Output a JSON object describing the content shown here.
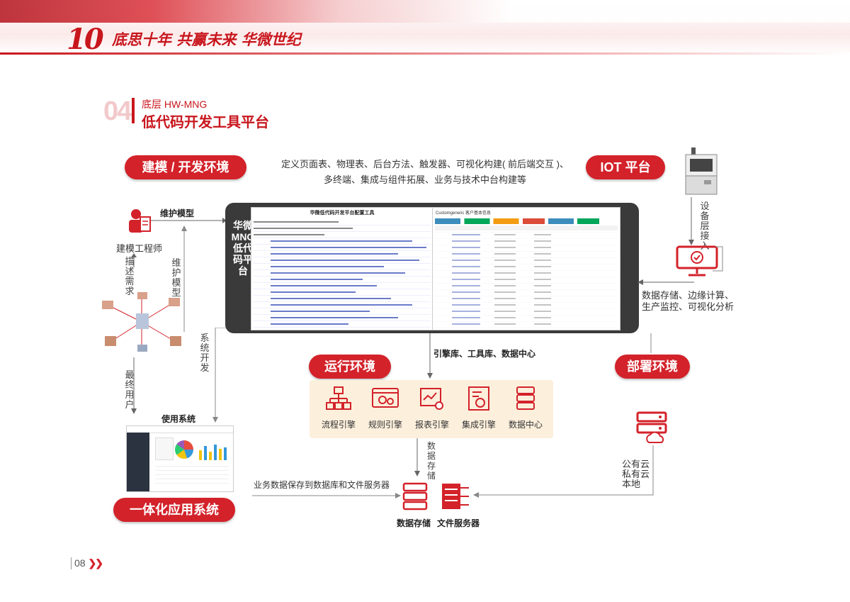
{
  "header": {
    "logo_number": "10",
    "slogan": "底思十年 共赢未来 华微世纪"
  },
  "section": {
    "number": "04",
    "subtitle": "底层 HW-MNG",
    "title": "低代码开发工具平台"
  },
  "pills": {
    "modeling": "建模 / 开发环境",
    "iot": "IOT 平台",
    "runtime": "运行环境",
    "deploy": "部署环境",
    "integrated": "一体化应用系统"
  },
  "description": {
    "line1": "定义页面表、物理表、后台方法、触发器、可视化构建( 前后端交互 )、",
    "line2": "多终端、集成与组件拓展、业务与技术中台构建等"
  },
  "left_flow": {
    "maintain_model": "维护模型",
    "engineer": "建模工程师",
    "describe_needs": "描述需求",
    "maintain_model_v": "维护模型",
    "system_dev": "系统开发",
    "end_user": "最终用户",
    "use_system": "使用系统"
  },
  "platform": {
    "side_label": "华微 MNG 低代码平台",
    "screen_left_title": "华微低代码开发平台配置工具",
    "screen_right_tab": "Customgeneric 客户基本信息"
  },
  "right_flow": {
    "device_access": "设备层接入",
    "iot_capabilities_line1": "数据存储、边缘计算、",
    "iot_capabilities_line2": "生产监控、可视化分析",
    "cloud_options": "公有云私有云本地"
  },
  "runtime": {
    "libs": "引擎库、工具库、数据中心",
    "engines": [
      {
        "icon": "flow-engine-icon",
        "label": "流程引擎"
      },
      {
        "icon": "rule-engine-icon",
        "label": "规则引擎"
      },
      {
        "icon": "report-engine-icon",
        "label": "报表引擎"
      },
      {
        "icon": "integration-engine-icon",
        "label": "集成引擎"
      },
      {
        "icon": "data-center-icon",
        "label": "数据中心"
      }
    ],
    "data_storage_v": "数据存储"
  },
  "storage": {
    "save_note": "业务数据保存到数据库和文件服务器",
    "data_storage": "数据存储",
    "file_server": "文件服务器"
  },
  "footer": {
    "page": "08"
  },
  "colors": {
    "brand_red": "#d3222a",
    "engine_panel": "#fcefdc",
    "platform_dark": "#3a3a3a"
  }
}
